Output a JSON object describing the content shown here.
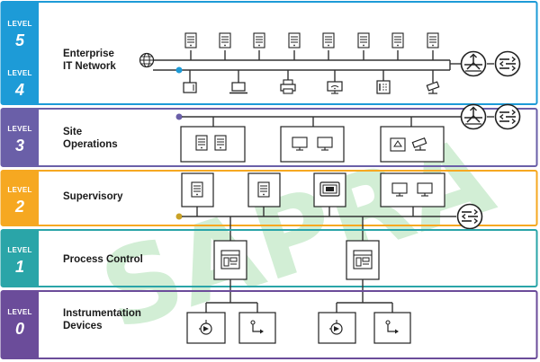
{
  "watermark": "SAPRA",
  "levels": [
    {
      "word": "LEVEL",
      "num": "5",
      "color": "#1d9bd7"
    },
    {
      "word": "LEVEL",
      "num": "4",
      "color": "#1d9bd7"
    },
    {
      "word": "LEVEL",
      "num": "3",
      "color": "#6a5fa8"
    },
    {
      "word": "LEVEL",
      "num": "2",
      "color": "#f6a821"
    },
    {
      "word": "LEVEL",
      "num": "1",
      "color": "#2aa5a8"
    },
    {
      "word": "LEVEL",
      "num": "0",
      "color": "#6b4c9a"
    }
  ],
  "zones": {
    "enterprise": {
      "line1": "Enterprise",
      "line2": "IT Network"
    },
    "site": {
      "line1": "Site",
      "line2": "Operations"
    },
    "supervisory": {
      "line1": "Supervisory"
    },
    "process": {
      "line1": "Process Control"
    },
    "instrumentation": {
      "line1": "Instrumentation",
      "line2": "Devices"
    }
  },
  "icons": {
    "globe": "globe-icon",
    "server": "server-icon",
    "laptop": "laptop-icon",
    "printer": "printer-icon",
    "wifi": "wifi-monitor-icon",
    "phone": "phone-icon",
    "camera": "camera-icon",
    "router": "router-icon",
    "switch": "switch-icon",
    "plc": "plc-icon",
    "valve": "valve-icon",
    "sensor": "sensor-icon"
  }
}
